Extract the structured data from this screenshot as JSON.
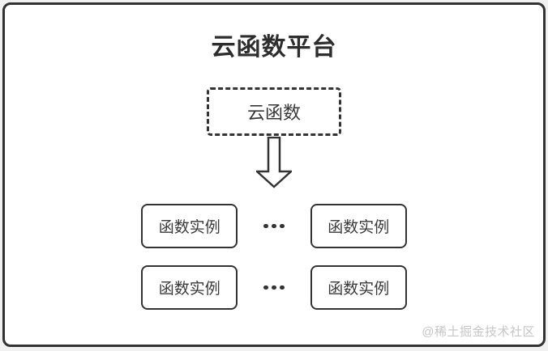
{
  "title": "云函数平台",
  "cloud_function": {
    "label": "云函数"
  },
  "instances": {
    "labels": [
      "函数实例",
      "函数实例",
      "函数实例",
      "函数实例"
    ],
    "ellipsis": "..."
  },
  "icons": {
    "down_arrow": "hollow-down-arrow",
    "ellipsis": "three-dots"
  },
  "watermark": "@稀土掘金技术社区",
  "colors": {
    "border": "#333333",
    "text": "#3a3a3a",
    "title_text": "#2d2d2d",
    "card_bg": "#ffffff",
    "page_bg": "#f1f1f1",
    "watermark_text": "#c6c6c6"
  }
}
